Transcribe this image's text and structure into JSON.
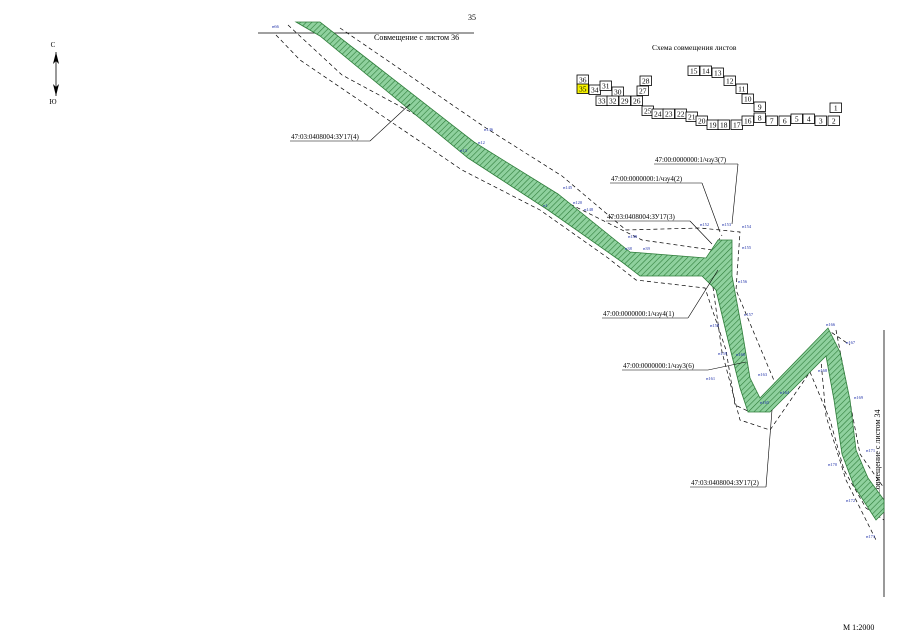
{
  "sheet_number": "35",
  "match_top": "Совмещение с листом 36",
  "match_right": "Совмещение с листом 34",
  "scale": "М 1:2000",
  "north_arrow": {
    "north": "С",
    "south": "Ю"
  },
  "scheme": {
    "title": "Схема совмещения листов",
    "current": "35",
    "sheets": [
      "36",
      "35",
      "34",
      "31",
      "30",
      "33",
      "32",
      "29",
      "26",
      "28",
      "27",
      "25",
      "24",
      "23",
      "22",
      "21",
      "20",
      "19",
      "18",
      "17",
      "16",
      "8",
      "7",
      "6",
      "5",
      "4",
      "3",
      "2",
      "1",
      "15",
      "14",
      "13",
      "12",
      "11",
      "10",
      "9"
    ]
  },
  "parcel_labels": [
    "47:03:0408004:ЗУ17(4)",
    "47:00:0000000:1/чзу3(7)",
    "47:00:0000000:1/чзу4(2)",
    "47:03:0408004:ЗУ17(3)",
    "47:00:0000000:1/чзу4(1)",
    "47:00:0000000:1/чзу3(6)",
    "47:03:0408004:ЗУ17(2)"
  ],
  "point_labels": [
    "н66",
    "н146",
    "н13",
    "н12",
    "н145",
    "н1",
    "н120",
    "н148",
    "н149",
    "н38",
    "н39",
    "н152",
    "н153",
    "н154",
    "н155",
    "н156",
    "н157",
    "н158",
    "н159",
    "н160",
    "н161",
    "н163",
    "н164",
    "н165",
    "н166",
    "н167",
    "н168",
    "н169",
    "н170",
    "н171",
    "н172",
    "н173"
  ],
  "colors": {
    "corridor_fill": "#8fd19e",
    "corridor_stroke": "#2e7d3a",
    "highlight": "#f4f000",
    "point_label": "#2233aa"
  }
}
